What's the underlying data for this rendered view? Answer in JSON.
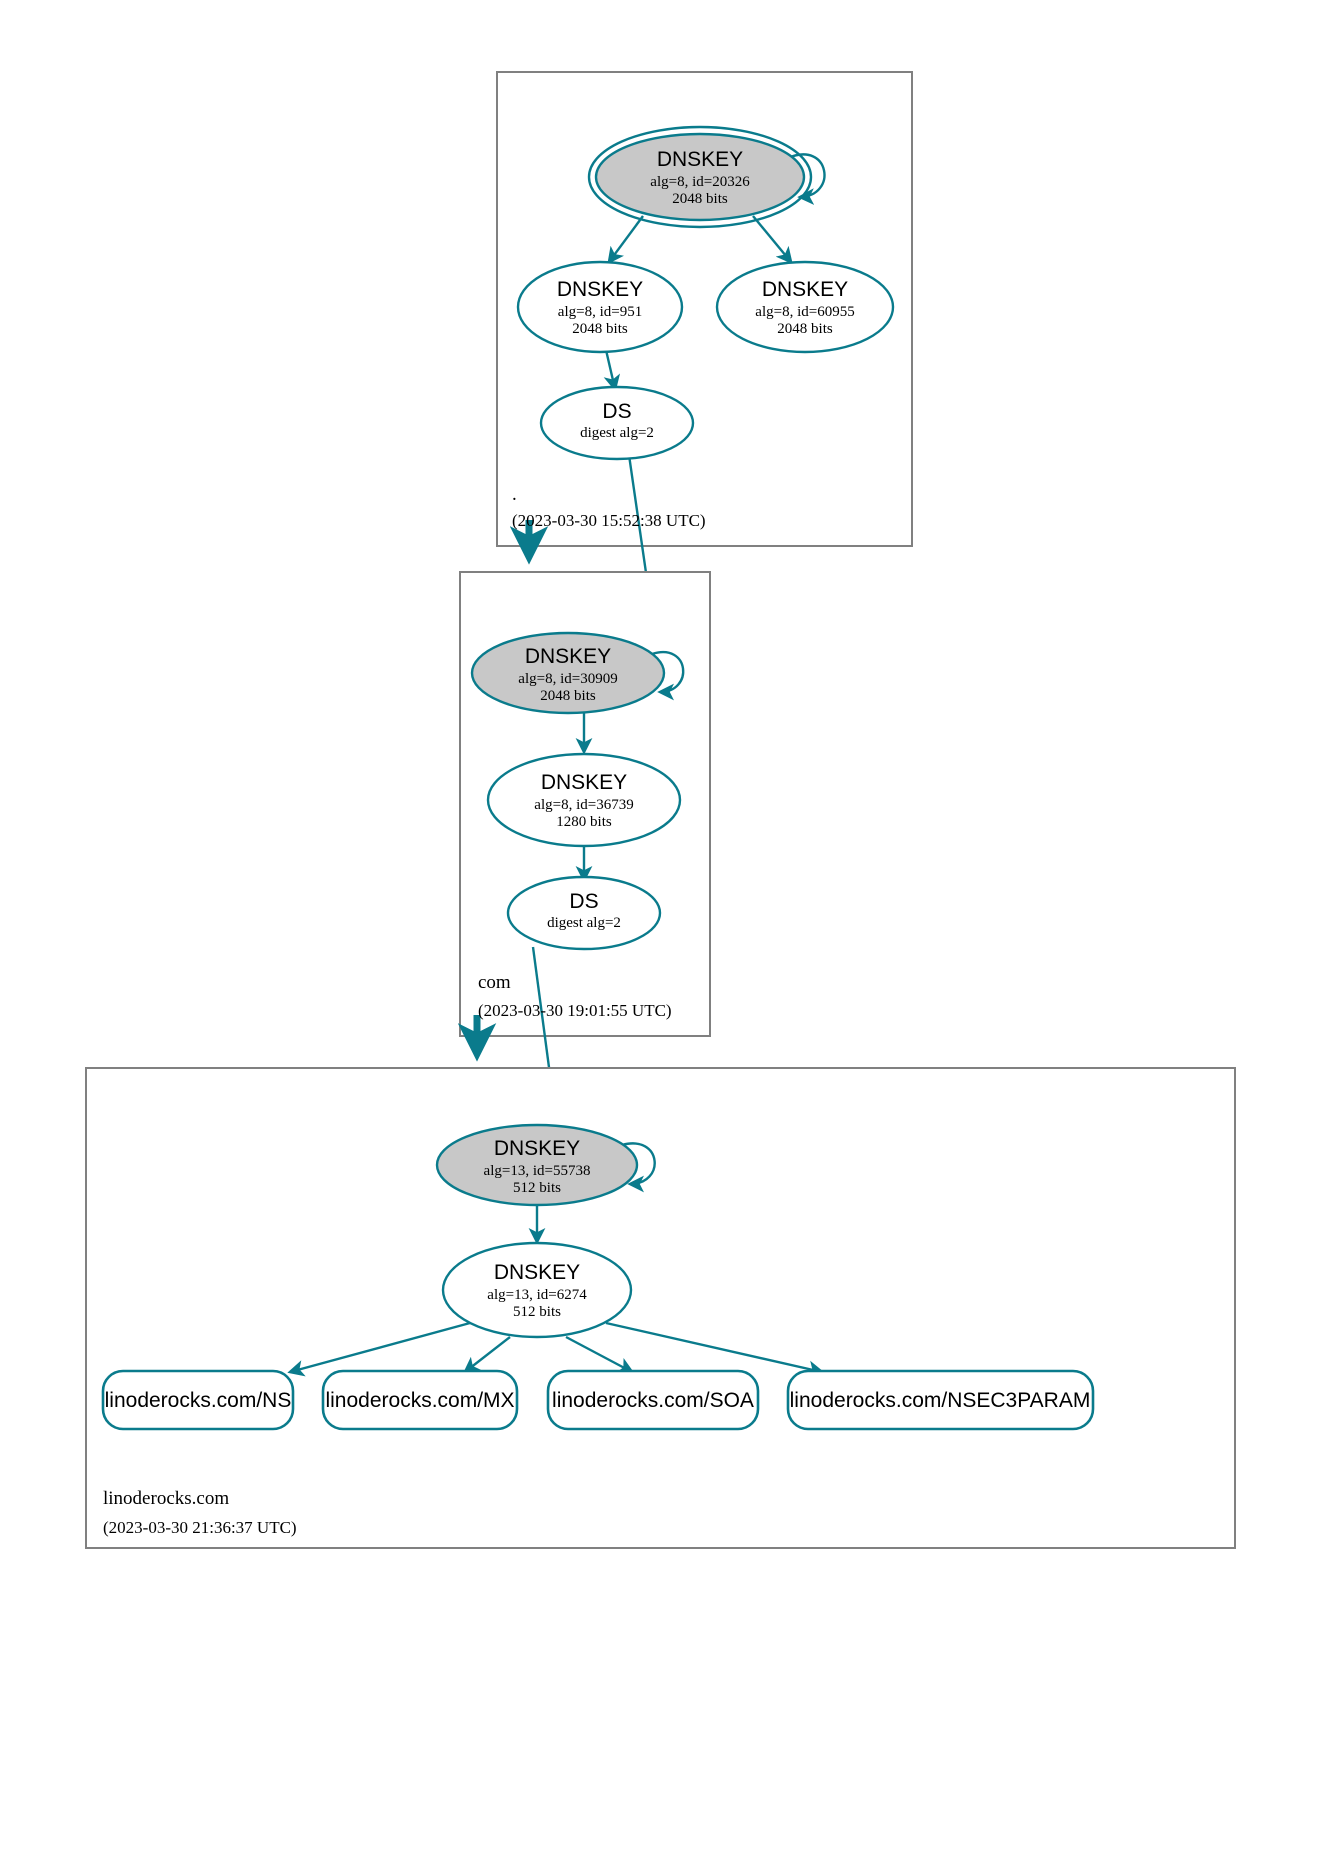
{
  "diagram": {
    "title": "DNSSEC authentication chain",
    "colors": {
      "accent": "#0a7b8c",
      "ksk_fill": "#c8c8c8",
      "zsk_fill": "#ffffff",
      "zone_border": "#808080",
      "background": "#ffffff"
    }
  },
  "zones": [
    {
      "id": "root",
      "name": ".",
      "timestamp": "(2023-03-30 15:52:38 UTC)",
      "nodes": [
        {
          "id": "root-ksk",
          "type": "DNSKEY",
          "detail1": "alg=8, id=20326",
          "detail2": "2048 bits",
          "role": "ksk-trust-anchor",
          "shaded": true,
          "double_ring": true,
          "self_loop": true
        },
        {
          "id": "root-zsk-951",
          "type": "DNSKEY",
          "detail1": "alg=8, id=951",
          "detail2": "2048 bits",
          "role": "zsk",
          "shaded": false,
          "double_ring": false,
          "self_loop": false
        },
        {
          "id": "root-zsk-60955",
          "type": "DNSKEY",
          "detail1": "alg=8, id=60955",
          "detail2": "2048 bits",
          "role": "zsk",
          "shaded": false,
          "double_ring": false,
          "self_loop": false
        },
        {
          "id": "root-ds",
          "type": "DS",
          "detail1": "digest alg=2",
          "detail2": "",
          "role": "ds",
          "shaded": false,
          "double_ring": false,
          "self_loop": false
        }
      ]
    },
    {
      "id": "com",
      "name": "com",
      "timestamp": "(2023-03-30 19:01:55 UTC)",
      "nodes": [
        {
          "id": "com-ksk",
          "type": "DNSKEY",
          "detail1": "alg=8, id=30909",
          "detail2": "2048 bits",
          "role": "ksk",
          "shaded": true,
          "double_ring": false,
          "self_loop": true
        },
        {
          "id": "com-zsk",
          "type": "DNSKEY",
          "detail1": "alg=8, id=36739",
          "detail2": "1280 bits",
          "role": "zsk",
          "shaded": false,
          "double_ring": false,
          "self_loop": false
        },
        {
          "id": "com-ds",
          "type": "DS",
          "detail1": "digest alg=2",
          "detail2": "",
          "role": "ds",
          "shaded": false,
          "double_ring": false,
          "self_loop": false
        }
      ]
    },
    {
      "id": "linoderocks",
      "name": "linoderocks.com",
      "timestamp": "(2023-03-30 21:36:37 UTC)",
      "nodes": [
        {
          "id": "lr-ksk",
          "type": "DNSKEY",
          "detail1": "alg=13, id=55738",
          "detail2": "512 bits",
          "role": "ksk",
          "shaded": true,
          "double_ring": false,
          "self_loop": true
        },
        {
          "id": "lr-zsk",
          "type": "DNSKEY",
          "detail1": "alg=13, id=6274",
          "detail2": "512 bits",
          "role": "zsk",
          "shaded": false,
          "double_ring": false,
          "self_loop": false
        }
      ],
      "rrsets": [
        {
          "id": "rr-ns",
          "label": "linoderocks.com/NS"
        },
        {
          "id": "rr-mx",
          "label": "linoderocks.com/MX"
        },
        {
          "id": "rr-soa",
          "label": "linoderocks.com/SOA"
        },
        {
          "id": "rr-nsec3param",
          "label": "linoderocks.com/NSEC3PARAM"
        }
      ]
    }
  ]
}
